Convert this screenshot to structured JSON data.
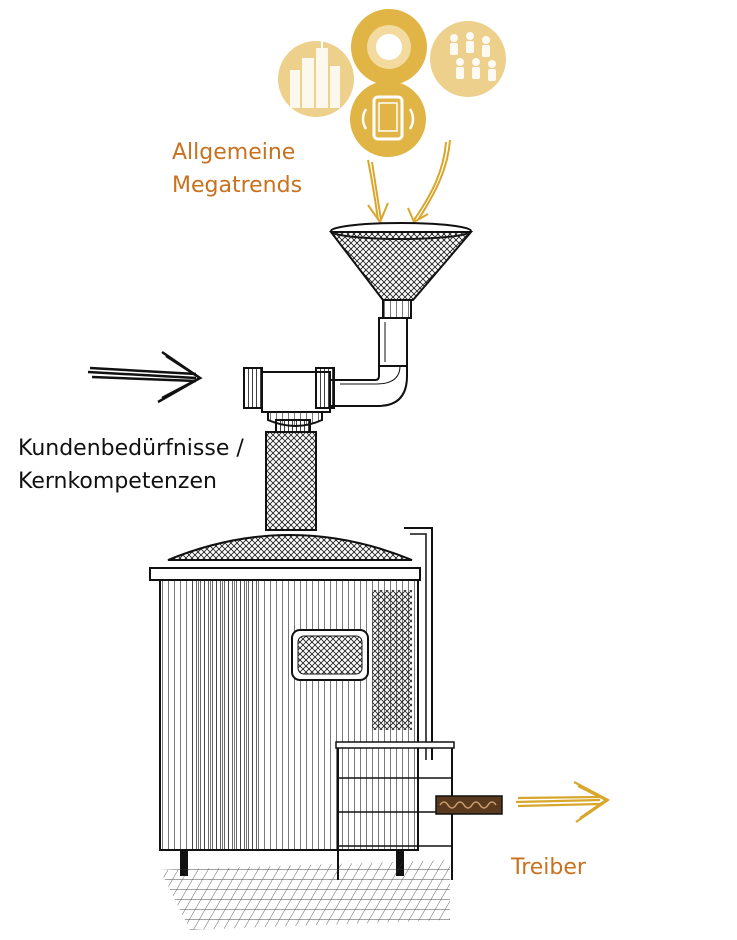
{
  "labels": {
    "megatrends_line1": "Allgemeine",
    "megatrends_line2": "Megatrends",
    "kunden_line1": "Kundenbedürfnisse /",
    "kunden_line2": "Kernkompetenzen",
    "treiber": "Treiber"
  },
  "icons": [
    {
      "name": "city-skyline-icon"
    },
    {
      "name": "target-circle-icon"
    },
    {
      "name": "people-group-icon"
    },
    {
      "name": "tablet-device-icon"
    }
  ],
  "colors": {
    "gold": "#e0b445",
    "gold_light": "#ecd08b",
    "orange_text": "#c8711f",
    "sketch": "#1a1a1a",
    "pipe_brown": "#5a3a1e"
  }
}
